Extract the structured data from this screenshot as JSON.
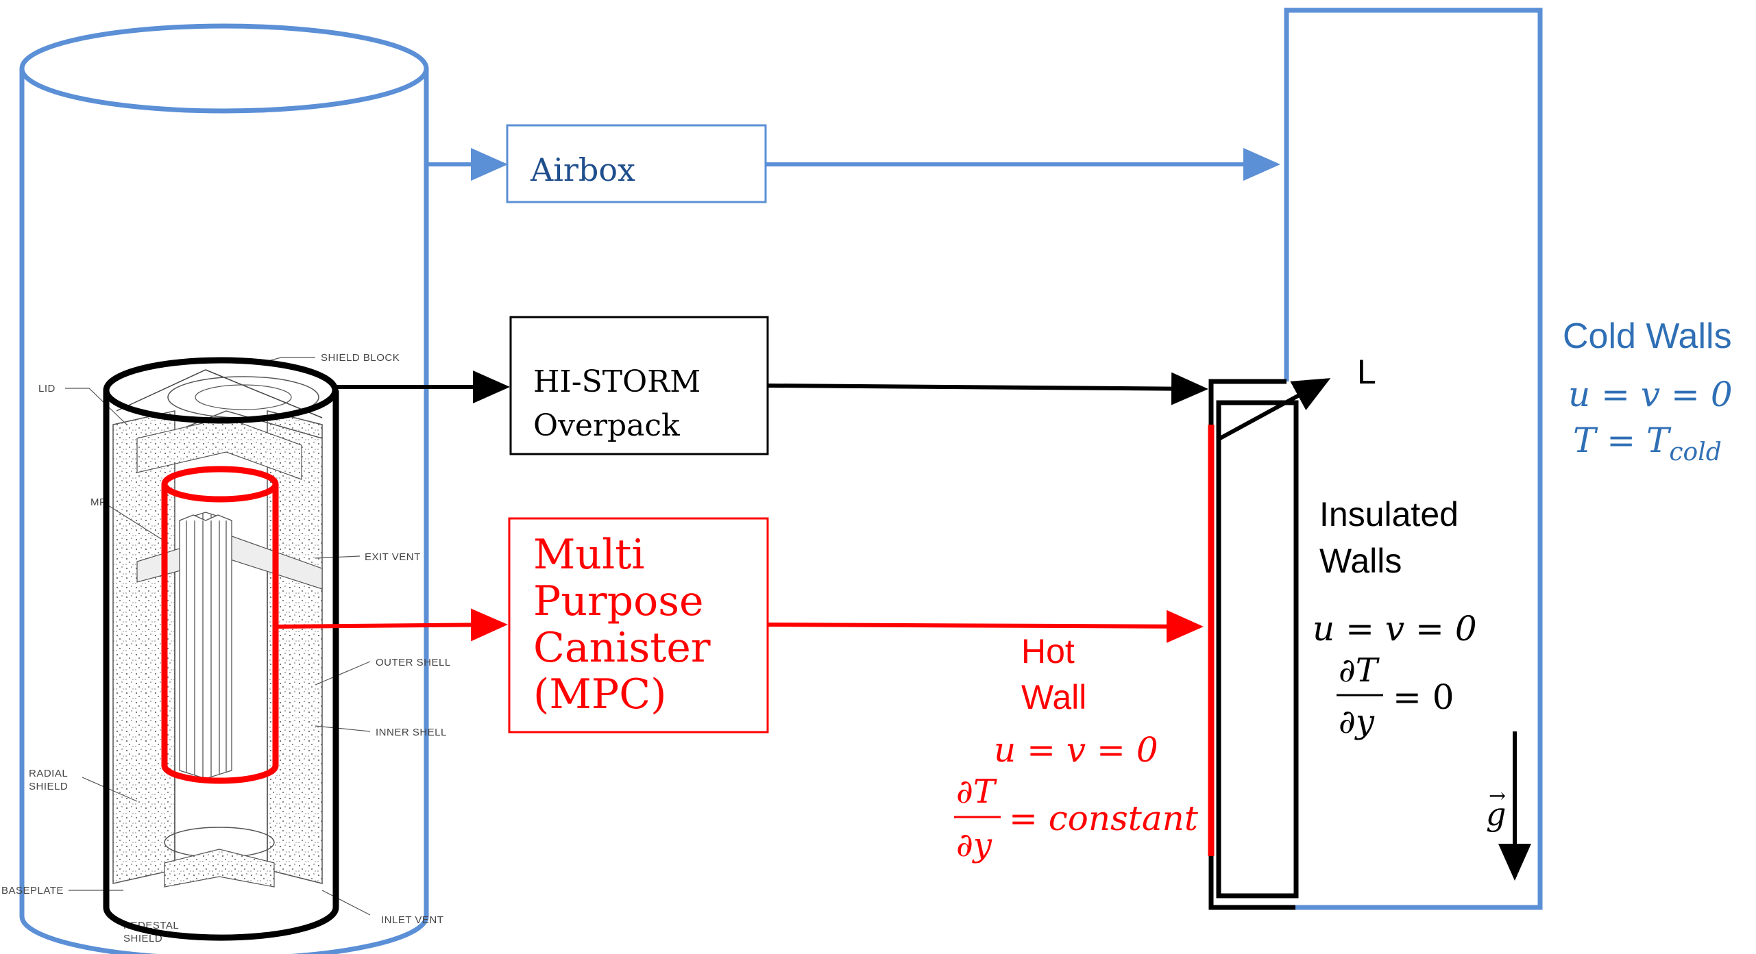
{
  "colors": {
    "blue": "#5b8fd6",
    "blue_text": "#2f6fb5",
    "red": "#ff0000",
    "black": "#000000",
    "airbox_text": "#1f4e8c"
  },
  "boxes": {
    "airbox": "Airbox",
    "overpack_line1": "HI-STORM",
    "overpack_line2": "Overpack",
    "mpc_line1": "Multi",
    "mpc_line2": "Purpose",
    "mpc_line3": "Canister",
    "mpc_line4": "(MPC)"
  },
  "cask_callouts": {
    "shield_block": "SHIELD BLOCK",
    "lid": "LID",
    "mpc_partial": "MP",
    "exit_vent": "EXIT VENT",
    "outer_shell": "OUTER SHELL",
    "inner_shell": "INNER SHELL",
    "radial_shield_1": "RADIAL",
    "radial_shield_2": "SHIELD",
    "baseplate": "BASEPLATE",
    "pedestal_1": "PEDESTAL",
    "pedestal_2": "SHIELD",
    "inlet_vent": "INLET VENT"
  },
  "domain": {
    "length_label": "L",
    "gravity_symbol": "g"
  },
  "cold_walls": {
    "title": "Cold Walls",
    "eq1": "u = v = 0",
    "eq2_lhs": "T = T",
    "eq2_sub": "cold"
  },
  "insulated_walls": {
    "title_line1": "Insulated",
    "title_line2": "Walls",
    "eq1": "u = v = 0",
    "frac_num": "∂T",
    "frac_den": "∂y",
    "frac_rhs": "= 0"
  },
  "hot_wall": {
    "title_line1": "Hot",
    "title_line2": "Wall",
    "eq1": "u = v = 0",
    "frac_num": "∂T",
    "frac_den": "∂y",
    "frac_rhs": "= constant"
  }
}
